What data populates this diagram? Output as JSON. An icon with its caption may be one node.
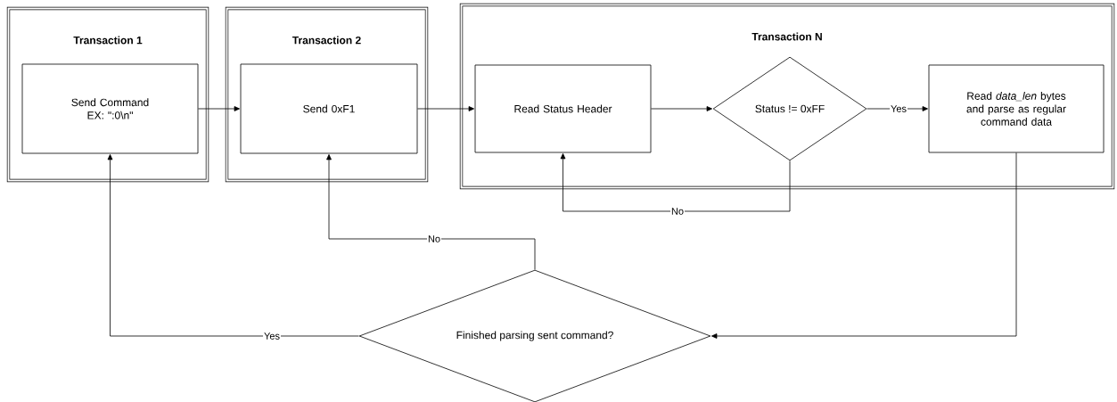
{
  "diagram": {
    "nodes": [
      {
        "text": [
          "Transaction 1"
        ]
      },
      {
        "text": [
          "Send Command EX: \":0\\n\""
        ],
        "in": 0
      },
      {
        "text": [
          "Transaction 2"
        ]
      },
      {
        "text": [
          "Send 0xF1"
        ],
        "in": 2
      },
      {
        "text": [
          "Transaction N"
        ]
      },
      {
        "text": [
          "Read Status Header"
        ],
        "in": 4
      },
      {
        "text": [
          "Status != 0xFF"
        ],
        "in": 4
      },
      {
        "text": [
          "Read *data_len* bytes and parse as regular command data"
        ],
        "in": 4
      },
      {
        "text": [
          "Finished parsing sent command?"
        ]
      }
    ],
    "edges": [
      {
        "from": 1,
        "to": 3,
        "arrow": "to"
      },
      {
        "from": 3,
        "to": 5,
        "arrow": "to"
      },
      {
        "from": 5,
        "to": 6,
        "arrow": "to"
      },
      {
        "from": 6,
        "to": 7,
        "arrow": "to",
        "label": "Yes"
      },
      {
        "from": 6,
        "to": 5,
        "arrow": "to",
        "label": "No"
      },
      {
        "from": 7,
        "to": 8,
        "arrow": "to"
      },
      {
        "from": 8,
        "to": 1,
        "arrow": "to",
        "label": "Yes"
      },
      {
        "from": 8,
        "to": 3,
        "arrow": "to",
        "label": "No"
      }
    ]
  }
}
